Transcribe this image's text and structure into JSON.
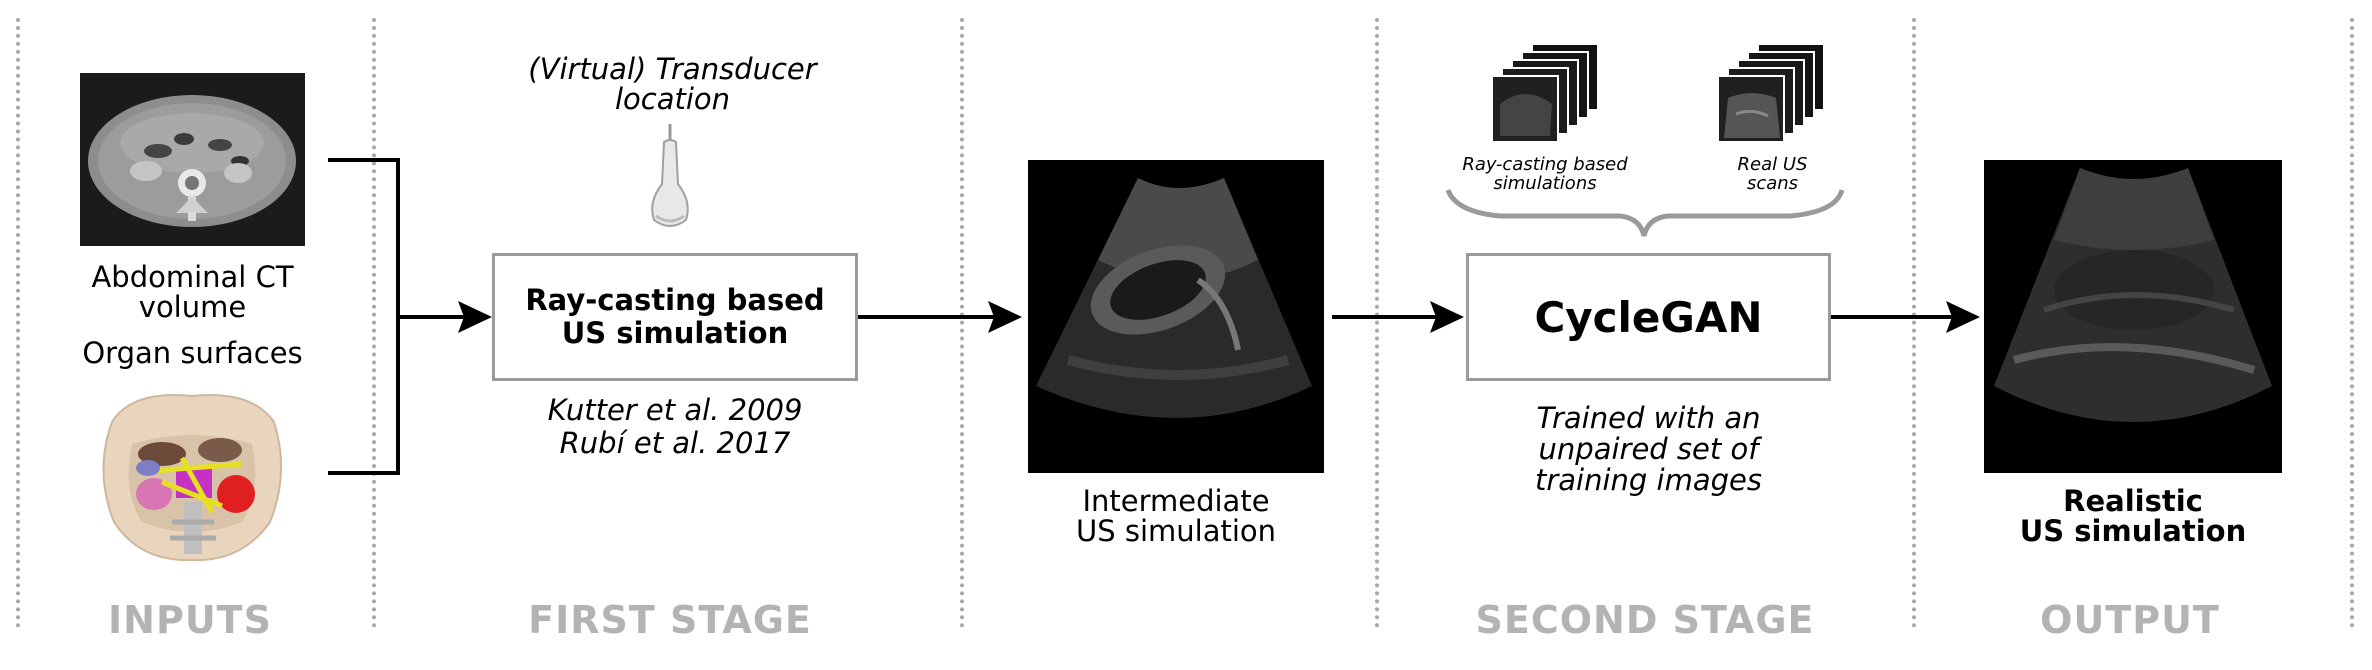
{
  "stages": {
    "inputs": "INPUTS",
    "first": "FIRST STAGE",
    "second": "SECOND STAGE",
    "output": "OUTPUT"
  },
  "inputs": {
    "ct_label_line1": "Abdominal CT",
    "ct_label_line2": "volume",
    "organ_label": "Organ surfaces"
  },
  "first_stage": {
    "transducer_line1": "(Virtual) Transducer",
    "transducer_line2": "location",
    "box_line1": "Ray-casting based",
    "box_line2": "US simulation",
    "ref1": "Kutter et al. 2009",
    "ref2": "Rubí et al. 2017"
  },
  "intermediate": {
    "line1": "Intermediate",
    "line2": "US simulation"
  },
  "second_stage": {
    "set1_line1": "Ray-casting based",
    "set1_line2": "simulations",
    "set2_line1": "Real US",
    "set2_line2": "scans",
    "box_label": "CycleGAN",
    "note_line1": "Trained with an",
    "note_line2": "unpaired set of",
    "note_line3": "training images"
  },
  "output": {
    "line1": "Realistic",
    "line2": "US simulation"
  }
}
